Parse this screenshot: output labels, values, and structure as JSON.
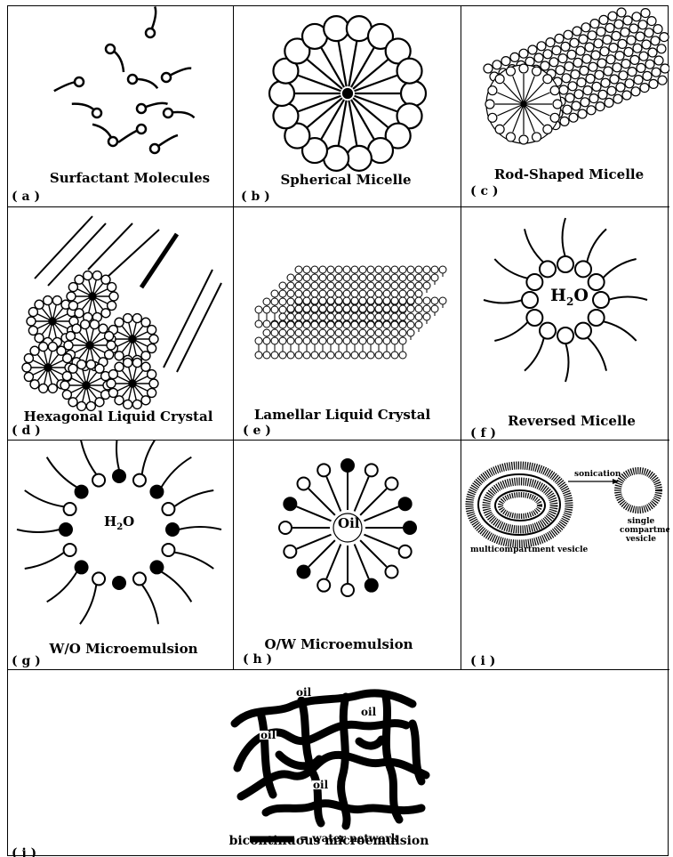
{
  "panels": [
    {
      "caption": "Surfactant Molecules",
      "letter": "( a )"
    },
    {
      "caption": "Spherical Micelle",
      "letter": "( b )"
    },
    {
      "caption": "Rod-Shaped Micelle",
      "letter": "( c )"
    },
    {
      "caption": "Hexagonal Liquid Crystal",
      "letter": "( d )"
    },
    {
      "caption": "Lamellar Liquid Crystal",
      "letter": "( e )"
    },
    {
      "caption": "Reversed Micelle",
      "letter": "( f )"
    },
    {
      "caption": "W/O Microemulsion",
      "letter": "( g )"
    },
    {
      "caption": "O/W Microemulsion",
      "letter": "( h )"
    },
    {
      "caption": "",
      "letter": "( i )"
    },
    {
      "caption": "bicontinuous microemulsion",
      "letter": "( j )"
    }
  ],
  "texts": {
    "reversed_core_h": "H",
    "reversed_core_sub": "2",
    "reversed_core_o": "O",
    "wo_core_h": "H",
    "wo_core_sub": "2",
    "wo_core_o": "O",
    "ow_core": "Oil",
    "vesicle_arrow": "sonication",
    "vesicle_multi": "multicompartment vesicle",
    "vesicle_single": "single compartment vesicle",
    "bicontinuous_oil": "oil",
    "water_network_legend": "= water  network"
  }
}
